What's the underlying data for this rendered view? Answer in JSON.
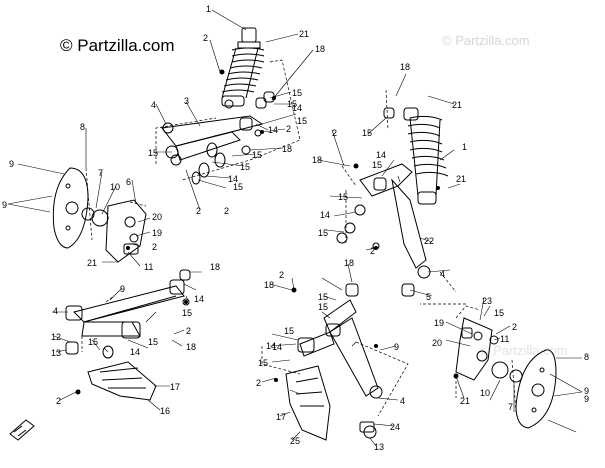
{
  "watermarks": {
    "main": "© Partzilla.com",
    "ghost": "© Partzilla.com",
    "ghost2": "© Partzilla.com"
  },
  "callouts": [
    "1",
    "2",
    "21",
    "18",
    "15",
    "14",
    "15",
    "3",
    "4",
    "15",
    "2",
    "15",
    "18",
    "15",
    "14",
    "2",
    "15",
    "14",
    "15",
    "2",
    "8",
    "9",
    "9",
    "7",
    "10",
    "6",
    "20",
    "19",
    "2",
    "21",
    "11",
    "18",
    "14",
    "9",
    "15",
    "4",
    "12",
    "13",
    "15",
    "14",
    "15",
    "2",
    "18",
    "2",
    "17",
    "16",
    "18",
    "15",
    "21",
    "1",
    "2",
    "18",
    "15",
    "14",
    "21",
    "15",
    "14",
    "15",
    "22",
    "2",
    "4",
    "5",
    "18",
    "18",
    "2",
    "15",
    "15",
    "14",
    "15",
    "2",
    "9",
    "15",
    "14",
    "17",
    "25",
    "4",
    "24",
    "13",
    "23",
    "19",
    "2",
    "20",
    "11",
    "15",
    "21",
    "10",
    "7",
    "8",
    "9",
    "9"
  ],
  "colors": {
    "ink": "#000000",
    "watermark_ghost": "#d6d6d6"
  }
}
